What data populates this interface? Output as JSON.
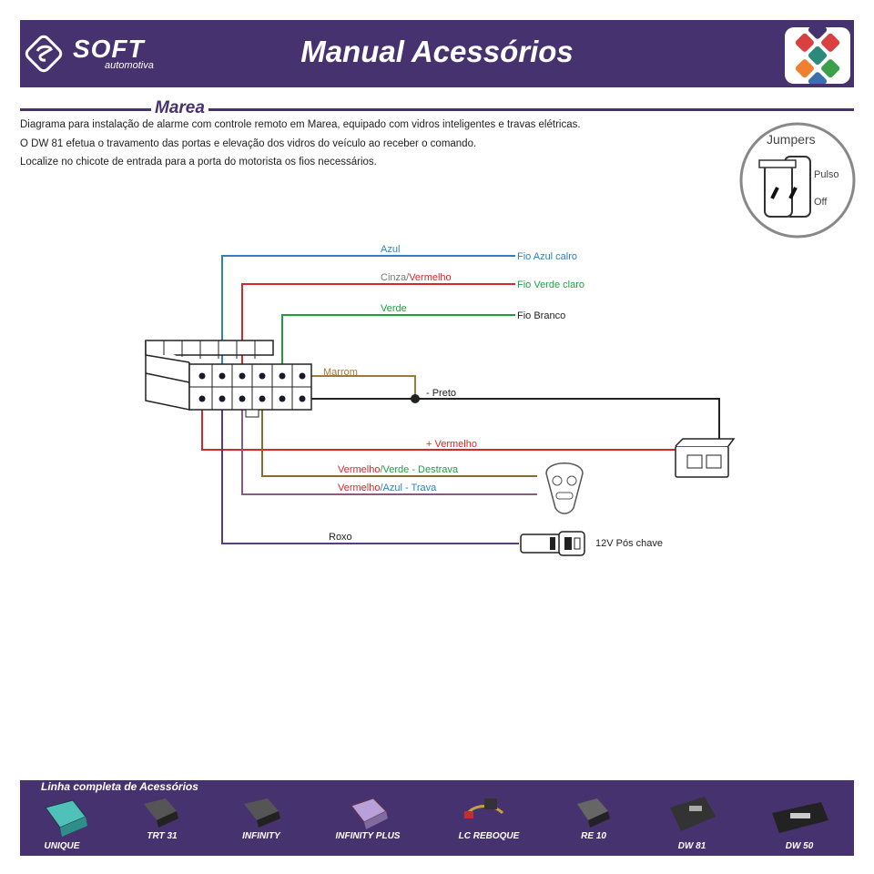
{
  "header": {
    "brand": "SOFT",
    "brand_sub": "automotiva",
    "title": "Manual Acessórios"
  },
  "section": {
    "title": "Marea"
  },
  "description": [
    "Diagrama para instalação de alarme com controle remoto em Marea, equipado com vidros inteligentes e travas elétricas.",
    "O DW 81 efetua o travamento das portas e elevação dos vidros do veículo ao receber o comando.",
    "Localize no chicote de entrada para a porta do motorista os fios necessários."
  ],
  "jumpers": {
    "title": "Jumpers",
    "pulso": "Pulso",
    "off": "Off"
  },
  "wires": {
    "azul": "Azul",
    "fio_azul_claro": "Fio Azul calro",
    "cinza": "Cinza/",
    "vermelho_a": "Vermelho",
    "fio_verde_claro": "Fio Verde claro",
    "verde": "Verde",
    "fio_branco": "Fio Branco",
    "marrom": "Marrom",
    "preto": "- Preto",
    "mais_vermelho": "+ Vermelho",
    "destrava_a": "Vermelho",
    "destrava_b": "/Verde - Destrava",
    "trava_a": "Vermelho",
    "trava_b": "/Azul - Trava",
    "roxo": "Roxo",
    "pos_chave": "12V  Pós chave"
  },
  "colors": {
    "brand_purple": "#473270",
    "blue": "#2f7fc1",
    "red": "#d9262b",
    "green": "#1f9e3f",
    "brown": "#a07a3a",
    "black": "#222222",
    "purple": "#5a3d7a"
  },
  "footer": {
    "title": "Linha completa de Acessórios",
    "products": [
      "UNIQUE",
      "TRT 31",
      "INFINITY",
      "INFINITY PLUS",
      "LC REBOQUE",
      "RE 10",
      "DW 81",
      "DW 50"
    ]
  }
}
